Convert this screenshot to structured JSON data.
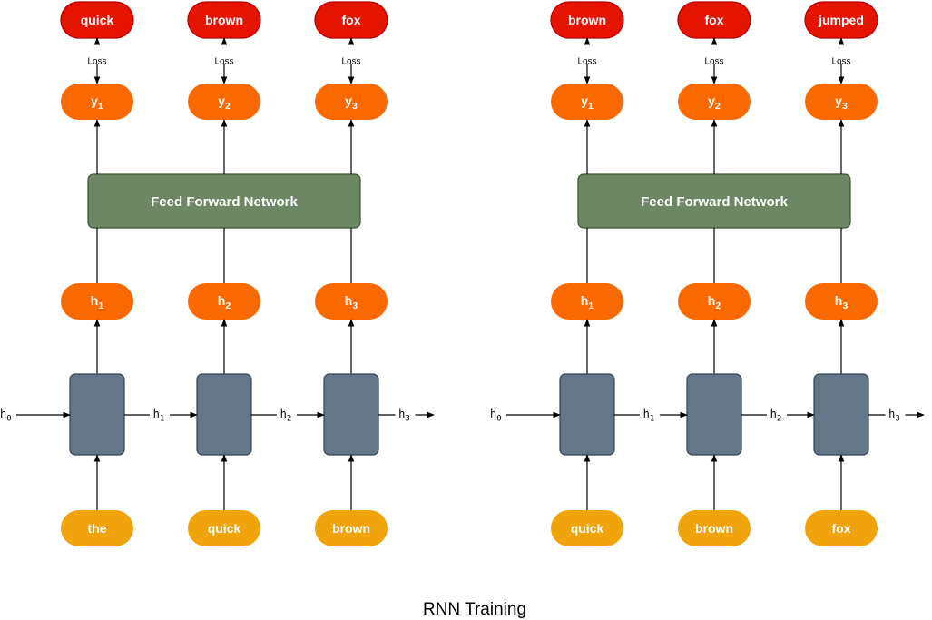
{
  "caption": "RNN Training",
  "colors": {
    "target": "#e51400",
    "target_border": "#b20000",
    "output": "#fa6800",
    "hidden": "#fa6800",
    "input": "#f0a30a",
    "ffn": "#6d8764",
    "ffn_border": "#3a5431",
    "cell": "#647687",
    "cell_border": "#314354",
    "edge": "#000000"
  },
  "panels": [
    {
      "targets": [
        "quick",
        "brown",
        "fox"
      ],
      "loss_label": "Loss",
      "outputs": [
        {
          "main": "y",
          "sub": "1"
        },
        {
          "main": "y",
          "sub": "2"
        },
        {
          "main": "y",
          "sub": "3"
        }
      ],
      "network_label": "Feed Forward Network",
      "hidden": [
        {
          "main": "h",
          "sub": "1"
        },
        {
          "main": "h",
          "sub": "2"
        },
        {
          "main": "h",
          "sub": "3"
        }
      ],
      "state_labels": [
        {
          "main": "h",
          "sub": "0"
        },
        {
          "main": "h",
          "sub": "1"
        },
        {
          "main": "h",
          "sub": "2"
        },
        {
          "main": "h",
          "sub": "3"
        }
      ],
      "inputs": [
        "the",
        "quick",
        "brown"
      ]
    },
    {
      "targets": [
        "brown",
        "fox",
        "jumped"
      ],
      "loss_label": "Loss",
      "outputs": [
        {
          "main": "y",
          "sub": "1"
        },
        {
          "main": "y",
          "sub": "2"
        },
        {
          "main": "y",
          "sub": "3"
        }
      ],
      "network_label": "Feed Forward Network",
      "hidden": [
        {
          "main": "h",
          "sub": "1"
        },
        {
          "main": "h",
          "sub": "2"
        },
        {
          "main": "h",
          "sub": "3"
        }
      ],
      "state_labels": [
        {
          "main": "h",
          "sub": "0"
        },
        {
          "main": "h",
          "sub": "1"
        },
        {
          "main": "h",
          "sub": "2"
        },
        {
          "main": "h",
          "sub": "3"
        }
      ],
      "inputs": [
        "quick",
        "brown",
        "fox"
      ]
    }
  ]
}
